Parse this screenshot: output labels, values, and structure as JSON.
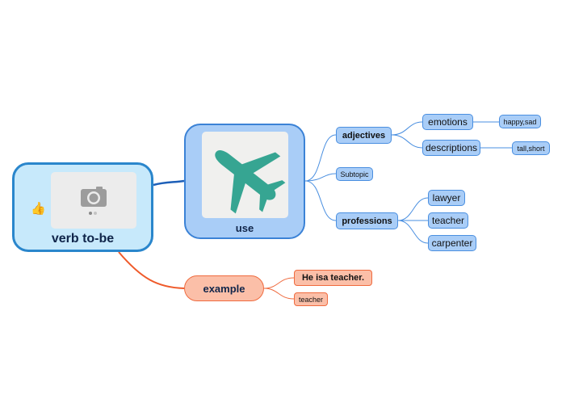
{
  "root": {
    "label": "verb to-be",
    "image_icon": "camera-icon",
    "marker_icon": "thumbs-up-icon"
  },
  "use": {
    "label": "use",
    "image_icon": "airplane-icon"
  },
  "use_children": {
    "adjectives": "adjectives",
    "subtopic": "Subtopic",
    "professions": "professions"
  },
  "adjectives_children": {
    "emotions": "emotions",
    "descriptions": "descriptions"
  },
  "emotions_children": {
    "happy_sad": "happy,sad"
  },
  "descriptions_children": {
    "tall_short": "tall,short"
  },
  "professions_children": {
    "lawyer": "lawyer",
    "teacher": "teacher",
    "carpenter": "carpenter"
  },
  "example": {
    "label": "example"
  },
  "example_children": {
    "sentence": "He isa teacher.",
    "teacher": "teacher"
  },
  "colors": {
    "blue_branch": "#2a74c9",
    "orange_branch": "#ef5a2a",
    "root_border": "#2a86cc"
  }
}
